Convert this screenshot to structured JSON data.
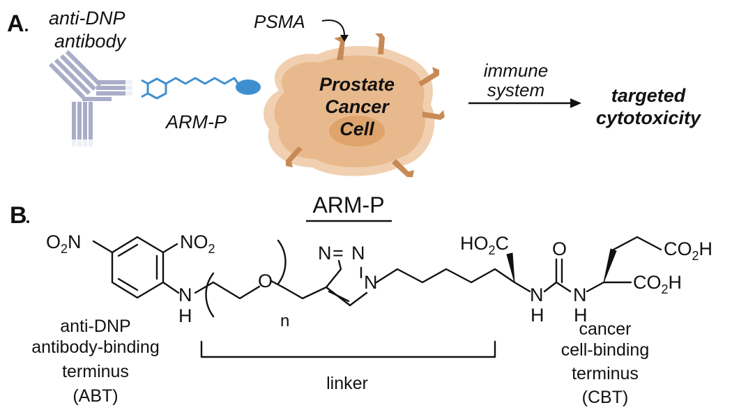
{
  "panel_a": {
    "label": "A",
    "antibody_label_line1": "anti-DNP",
    "antibody_label_line2": "antibody",
    "psma_label": "PSMA",
    "arm_label": "ARM-P",
    "cell_line1": "Prostate",
    "cell_line2": "Cancer",
    "cell_line3": "Cell",
    "arrow_line1": "immune",
    "arrow_line2": "system",
    "result_line1": "targeted",
    "result_line2": "cytotoxicity",
    "colors": {
      "antibody": "#a9adc8",
      "antibody_dark": "#7d82a3",
      "linker_blue": "#3f8fd0",
      "cell_fill": "#e8b98c",
      "cell_border": "#f0d0b0",
      "nucleus": "#dca066",
      "receptor": "#c78a55"
    }
  },
  "panel_b": {
    "label": "B",
    "title": "ARM-P",
    "atoms": {
      "o2n_O": "O",
      "o2n_2": "2",
      "o2n_N": "N",
      "no2_N": "NO",
      "no2_2": "2",
      "nh_N": "N",
      "nh_H": "H",
      "ether_O": "O",
      "n_sub": "n",
      "tri_N1": "N",
      "tri_eq": "=",
      "tri_N2": "N",
      "tri_N3": "N",
      "ho2c_HO": "HO",
      "ho2c_2": "2",
      "ho2c_C": "C",
      "urea_O": "O",
      "urea_N1": "N",
      "urea_H1": "H",
      "urea_N2": "N",
      "urea_H2": "H",
      "co2h_top_CO": "CO",
      "co2h_top_2": "2",
      "co2h_top_H": "H",
      "co2h_bot_CO": "CO",
      "co2h_bot_2": "2",
      "co2h_bot_H": "H"
    },
    "abt_line1": "anti-DNP",
    "abt_line2": "antibody-binding",
    "abt_line3": "terminus",
    "abt_line4": "(ABT)",
    "linker_label": "linker",
    "cbt_line1": "cancer",
    "cbt_line2": "cell-binding",
    "cbt_line3": "terminus",
    "cbt_line4": "(CBT)"
  }
}
